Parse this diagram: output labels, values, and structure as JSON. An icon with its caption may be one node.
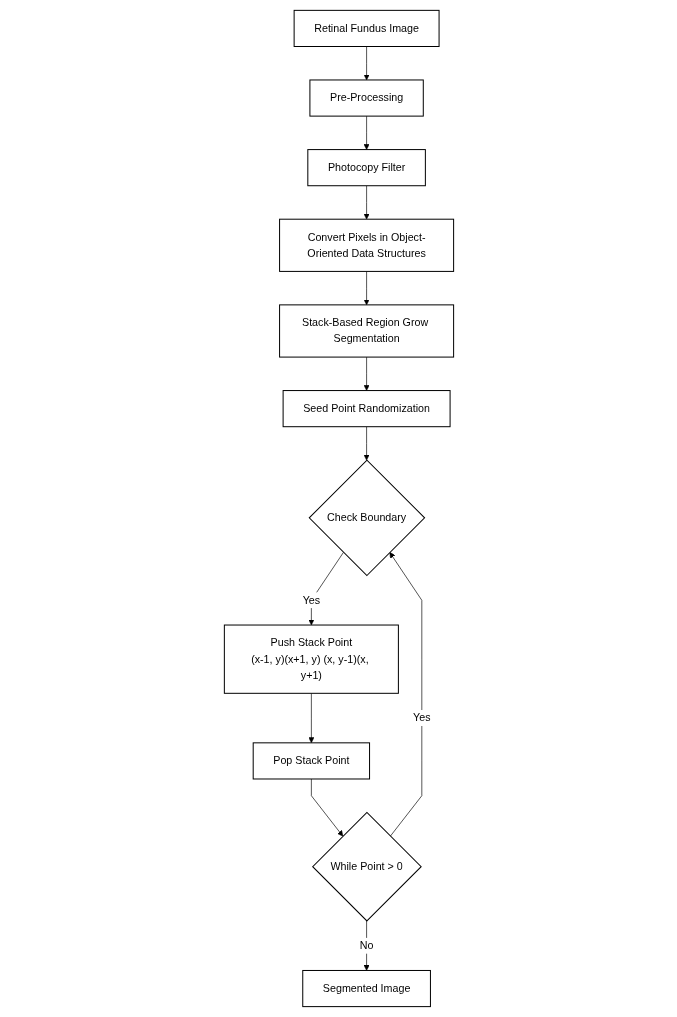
{
  "diagram": {
    "nodes": [
      {
        "text": [
          "Retinal Fundus Image"
        ]
      },
      {
        "text": [
          "Pre-Processing"
        ]
      },
      {
        "text": [
          "Photocopy Filter"
        ]
      },
      {
        "text": [
          "Convert Pixels in Object-Oriented Data Structures"
        ]
      },
      {
        "text": [
          "Stack-Based Region Grow Segmentation"
        ]
      },
      {
        "text": [
          "Seed Point Randomization"
        ]
      },
      {
        "text": [
          "While Point > 0"
        ]
      },
      {
        "text": [
          "Check Boundary"
        ]
      },
      {
        "text": [
          "Pop Stack Point"
        ]
      },
      {
        "text": [
          "Push Stack Point",
          "(x-1, y)(x+1, y) (x, y-1)(x, y+1)"
        ]
      },
      {
        "text": [
          "Segmented Image"
        ]
      }
    ],
    "edges": [
      {
        "from": 0,
        "to": 1,
        "arrow": "to"
      },
      {
        "from": 1,
        "to": 2,
        "arrow": "to"
      },
      {
        "from": 2,
        "to": 3,
        "arrow": "to"
      },
      {
        "from": 3,
        "to": 4,
        "arrow": "to"
      },
      {
        "from": 4,
        "to": 5,
        "arrow": "to"
      },
      {
        "from": 5,
        "to": 7,
        "arrow": "to"
      },
      {
        "from": 6,
        "to": 7,
        "label": "Yes",
        "arrow": "to"
      },
      {
        "from": 7,
        "to": 9,
        "label": "Yes",
        "arrow": "to"
      },
      {
        "from": 9,
        "to": 8,
        "arrow": "to"
      },
      {
        "from": 8,
        "to": 6,
        "arrow": "to"
      },
      {
        "from": 6,
        "to": 10,
        "label": "No",
        "arrow": "to"
      }
    ]
  }
}
